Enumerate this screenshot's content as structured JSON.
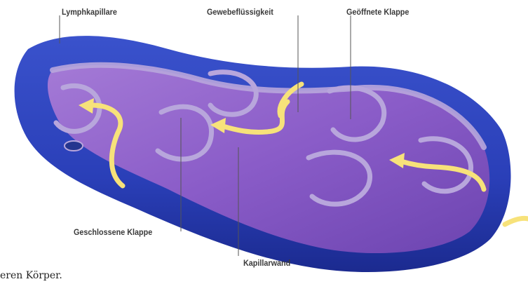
{
  "diagram": {
    "labels": {
      "lymphkapillare": "Lymphkapillare",
      "gewebefluessigkeit": "Gewebeflüssigkeit",
      "geoeffnete_klappe": "Geöffnete Klappe",
      "geschlossene_klappe": "Geschlossene Klappe",
      "kapillarwand": "Kapillarwand"
    },
    "colors": {
      "outer_wall": "#2a3fb8",
      "outer_wall_dark": "#1b2a8f",
      "lumen": "#8a5cc8",
      "lumen_light": "#a47ad6",
      "valve": "#b8a6dc",
      "flow_arrow": "#f7e27a",
      "leader_line": "#555555"
    }
  },
  "caption": "eren Körper."
}
